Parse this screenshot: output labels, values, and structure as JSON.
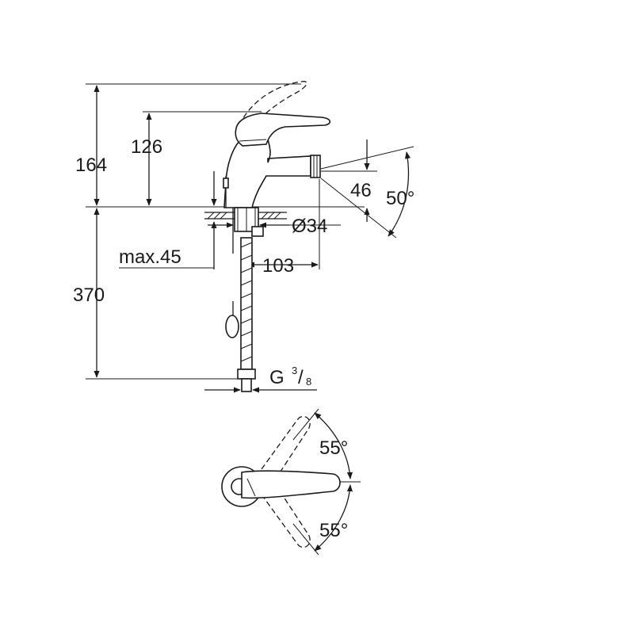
{
  "dimensions": {
    "total_height": "164",
    "spout_height": "126",
    "aerator_height": "46",
    "spout_angle": "50°",
    "max_thickness": "max.45",
    "hole_diameter": "Ø34",
    "projection": "103",
    "hose_length": "370",
    "connection_thread_prefix": "G",
    "connection_thread_num": "3",
    "connection_thread_den": "8",
    "lever_angle_top": "55°",
    "lever_angle_bottom": "55°"
  }
}
